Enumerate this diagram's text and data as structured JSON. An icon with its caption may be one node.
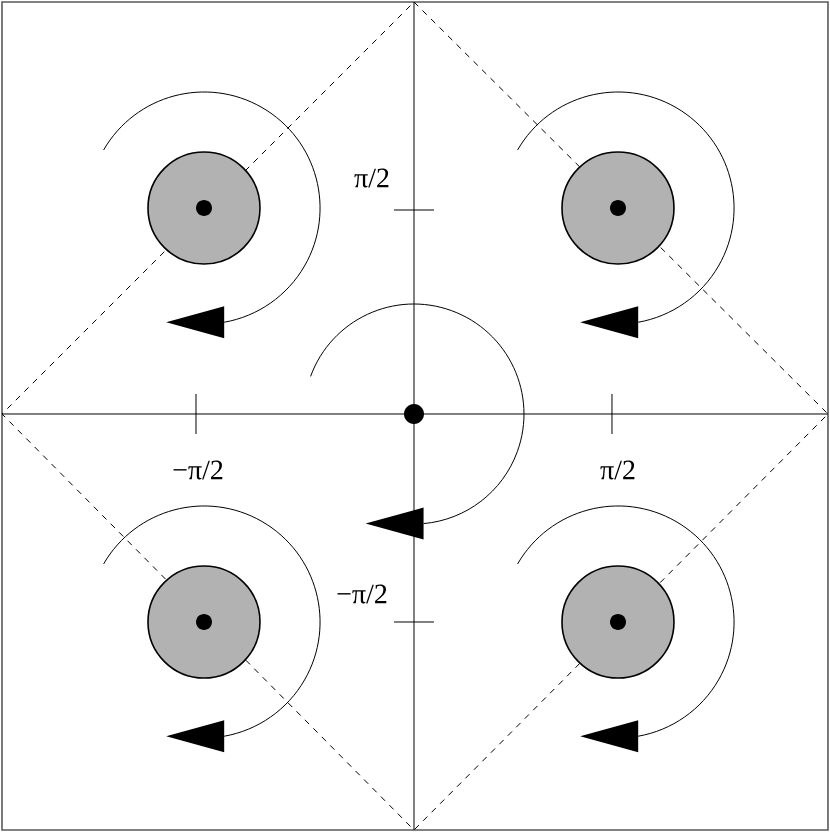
{
  "diagram": {
    "labels": [
      "π/2",
      "−π/2",
      "π/2",
      "−π/2"
    ]
  }
}
